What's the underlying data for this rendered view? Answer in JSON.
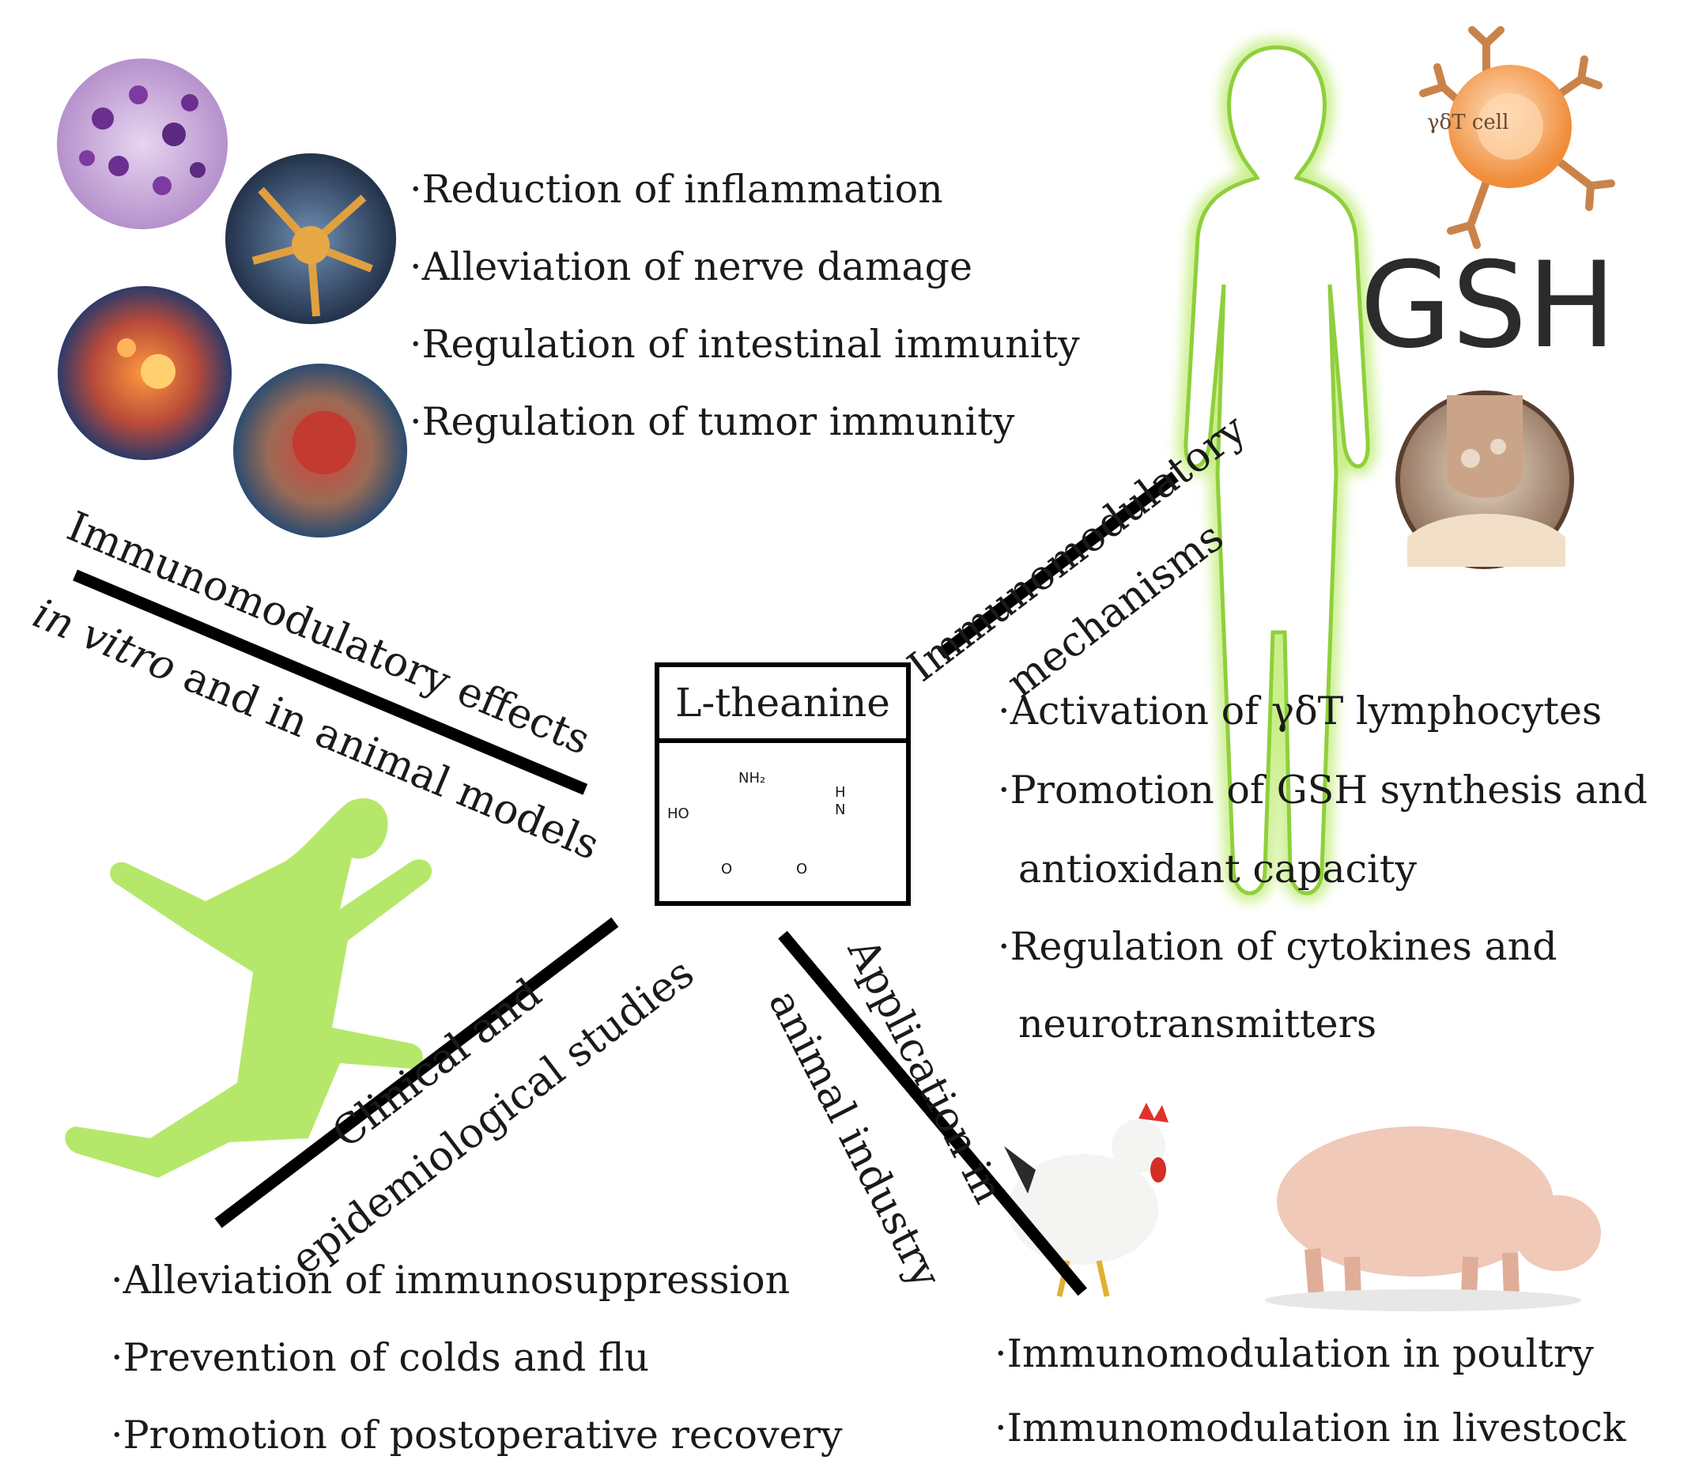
{
  "center": {
    "title": "L-theanine",
    "molecule_labels": {
      "nh2": "NH₂",
      "ho": "HO",
      "o1": "O",
      "o2": "O",
      "h": "H",
      "n": "N"
    }
  },
  "branches": {
    "effects": {
      "line1": "Immunomodulatory effects",
      "line2_italic": "in vitro",
      "line2_rest": " and in animal models"
    },
    "mechanisms": {
      "line1": "Immunomodulatory",
      "line2": "mechanisms"
    },
    "clinical": {
      "line1": "Clinical and",
      "line2": "epidemiological studies"
    },
    "application": {
      "line1": "Application in",
      "line2": "animal industry"
    }
  },
  "effects_items": [
    "·Reduction of inflammation",
    "·Alleviation of nerve damage",
    "·Regulation of intestinal immunity",
    "·Regulation of tumor immunity"
  ],
  "mechanism_items": [
    "·Activation of γδT lymphocytes",
    "·Promotion of GSH synthesis and",
    "antioxidant capacity",
    "·Regulation of cytokines and",
    "neurotransmitters"
  ],
  "clinical_items": [
    "·Alleviation of immunosuppression",
    "·Prevention of colds and flu",
    "·Promotion of postoperative recovery"
  ],
  "application_items": [
    "·Immunomodulation in poultry",
    "·Immunomodulation in livestock"
  ],
  "gsh_label": "GSH",
  "gd_cell_label": "γδT cell",
  "colors": {
    "green_figure": "#b5e86a",
    "green_glow": "#c9ef8a",
    "cell_orange": "#f5a65b",
    "black": "#000000"
  }
}
